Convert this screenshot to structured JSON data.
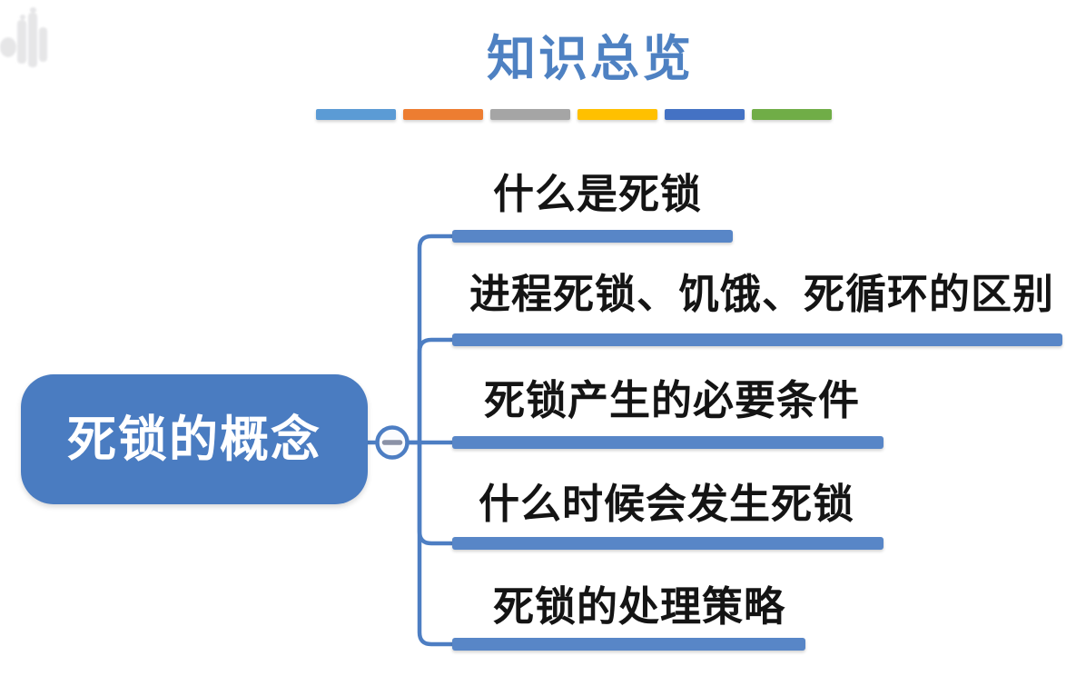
{
  "title": {
    "text": "知识总览",
    "color": "#4e81c2"
  },
  "divider": {
    "colors": [
      "#5B9BD5",
      "#ED7D31",
      "#A5A5A5",
      "#FFC000",
      "#4472C4",
      "#70AD47"
    ]
  },
  "mindmap": {
    "root": {
      "label": "死锁的概念",
      "bg": "#4a7cc1",
      "text_color": "#ffffff"
    },
    "collapse_button": {
      "symbol": "−",
      "state": "expanded",
      "minus_color": "#8a91a6"
    },
    "branches": [
      {
        "label": "什么是死锁"
      },
      {
        "label": "进程死锁、饥饿、死循环的区别"
      },
      {
        "label": "死锁产生的必要条件"
      },
      {
        "label": "什么时候会发生死锁"
      },
      {
        "label": "死锁的处理策略"
      }
    ],
    "branch_text_color": "#141414",
    "line_color": "#4d7ec3",
    "bar_color": "#5886c7"
  }
}
